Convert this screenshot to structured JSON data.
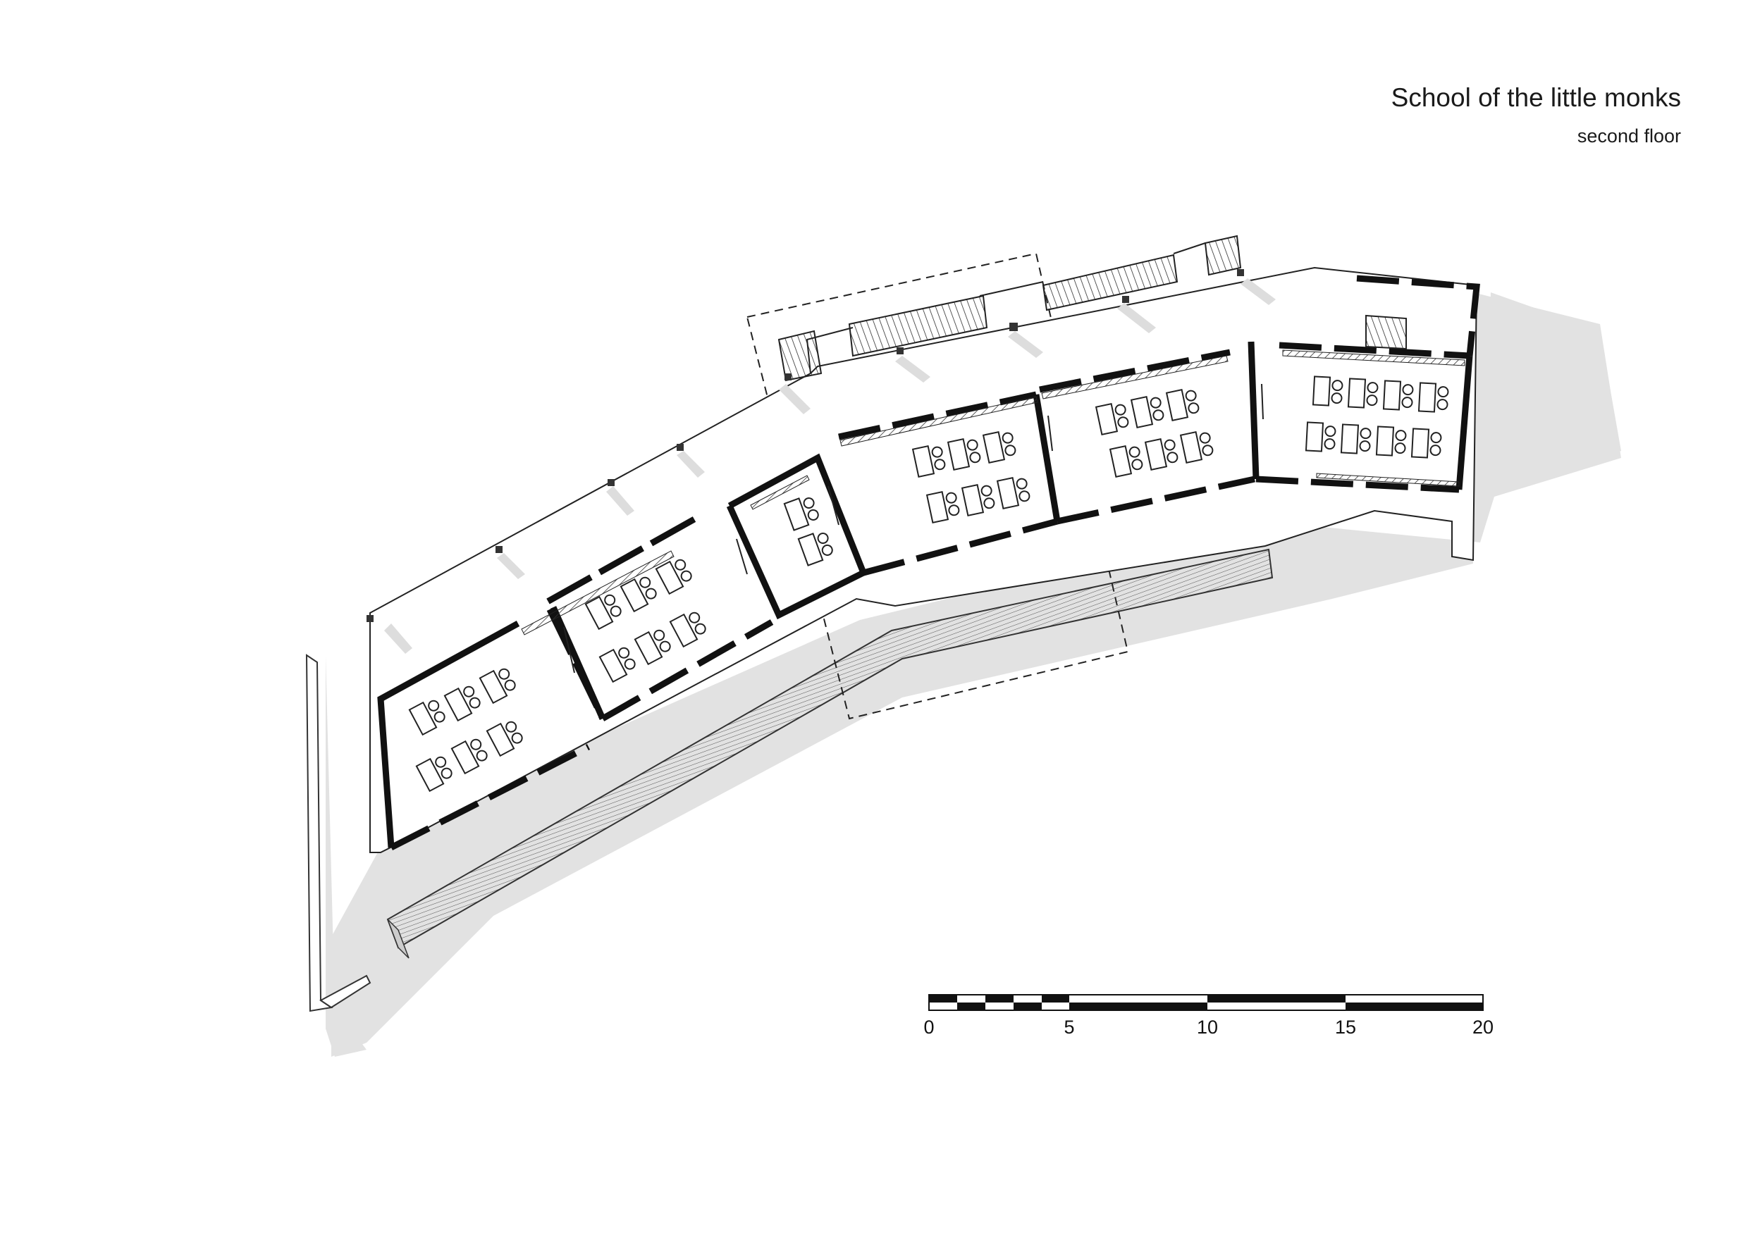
{
  "title": "School of the little monks",
  "subtitle": "second floor",
  "scale_bar": {
    "labels": [
      "0",
      "5",
      "10",
      "15",
      "20"
    ],
    "max": 20
  }
}
